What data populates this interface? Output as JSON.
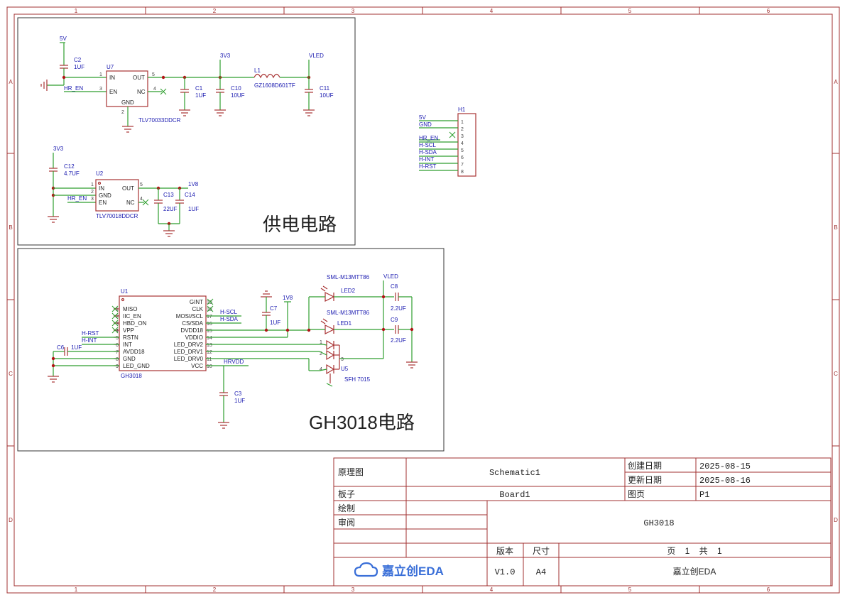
{
  "grid": {
    "columns": [
      "1",
      "2",
      "3",
      "4",
      "5",
      "6"
    ],
    "rows": [
      "A",
      "B",
      "C",
      "D"
    ]
  },
  "sections": {
    "power_title": "供电电路",
    "gh_title": "GH3018电路"
  },
  "power": {
    "net_5v": "5V",
    "net_3v3_top": "3V3",
    "net_vled": "VLED",
    "net_3v3_left": "3V3",
    "net_1v8": "1V8",
    "net_hr_en_1": "HR_EN",
    "net_hr_en_2": "HR_EN",
    "c2_ref": "C2",
    "c2_val": "1UF",
    "c1_ref": "C1",
    "c1_val": "1UF",
    "c10_ref": "C10",
    "c10_val": "10UF",
    "c11_ref": "C11",
    "c11_val": "10UF",
    "c12_ref": "C12",
    "c12_val": "4.7UF",
    "c13_ref": "C13",
    "c13_val": "22UF",
    "c14_ref": "C14",
    "c14_val": "1UF",
    "l1_ref": "L1",
    "l1_val": "GZ1608D601TF",
    "u7": {
      "ref": "U7",
      "part": "TLV70033DDCR",
      "pins": [
        "IN",
        "EN",
        "OUT",
        "NC",
        "GND"
      ],
      "nums": [
        "1",
        "3",
        "5",
        "4",
        "2"
      ]
    },
    "u2": {
      "ref": "U2",
      "part": "TLV70018DDCR",
      "pins": [
        "IN",
        "GND",
        "EN",
        "OUT",
        "NC"
      ],
      "nums": [
        "1",
        "2",
        "3",
        "5",
        "4"
      ]
    }
  },
  "header": {
    "ref": "H1",
    "pins": [
      "1",
      "2",
      "3",
      "4",
      "5",
      "6",
      "7",
      "8"
    ],
    "nets": [
      "5V",
      "GND",
      "HR_EN",
      "H-SCL",
      "H-SDA",
      "H-INT",
      "H-RST"
    ]
  },
  "gh": {
    "u1_ref": "U1",
    "u1_part": "GH3018",
    "left_pins": [
      "MISO",
      "IIC_EN",
      "HBD_ON",
      "VPP",
      "RSTN",
      "INT",
      "AVDD18",
      "GND",
      "LED_GND"
    ],
    "left_nums": [
      "1",
      "2",
      "3",
      "4",
      "5",
      "6",
      "7",
      "8",
      "9"
    ],
    "right_pins": [
      "GINT",
      "CLK",
      "MOSI/SCL",
      "CS/SDA",
      "DVDD18",
      "VDDIO",
      "LED_DRV2",
      "LED_DRV1",
      "LED_DRV0",
      "VCC"
    ],
    "right_nums": [
      "19",
      "18",
      "17",
      "16",
      "15",
      "14",
      "13",
      "12",
      "11",
      "10"
    ],
    "net_hrst": "H-RST",
    "net_hint": "H-INT",
    "net_hscl": "H-SCL",
    "net_hsda": "H-SDA",
    "net_hrvdd": "HRVDD",
    "net_1v8": "1V8",
    "net_vled": "VLED",
    "c6_ref": "C6",
    "c6_val": "1UF",
    "c7_ref": "C7",
    "c7_val": "1UF",
    "c3_ref": "C3",
    "c3_val": "1UF",
    "c8_ref": "C8",
    "c8_val": "2.2UF",
    "c9_ref": "C9",
    "c9_val": "2.2UF",
    "led2_part": "SML-M13MTT86",
    "led2_ref": "LED2",
    "led1_part": "SML-M13MTT86",
    "led1_ref": "LED1",
    "u5_ref": "U5",
    "u5_part": "SFH 7015",
    "u5_nums": [
      "1",
      "2",
      "3",
      "4"
    ]
  },
  "title_block": {
    "label_schematic": "原理图",
    "value_schematic": "Schematic1",
    "label_created": "创建日期",
    "value_created": "2025-08-15",
    "label_updated": "更新日期",
    "value_updated": "2025-08-16",
    "label_board": "板子",
    "value_board": "Board1",
    "label_page": "图页",
    "value_page": "P1",
    "label_drawn": "绘制",
    "label_review": "审阅",
    "center_title": "GH3018",
    "label_version": "版本",
    "label_size": "尺寸",
    "page_line": "页    1    共    1",
    "value_version": "V1.0",
    "value_size": "A4",
    "company": "嘉立创EDA",
    "logo_text": "嘉立创EDA"
  },
  "colors": {
    "wire": "#2e9e2e",
    "component": "#a83232",
    "net_label": "#1a1ab0",
    "frame": "#a03030",
    "logo": "#3a6fd8"
  }
}
